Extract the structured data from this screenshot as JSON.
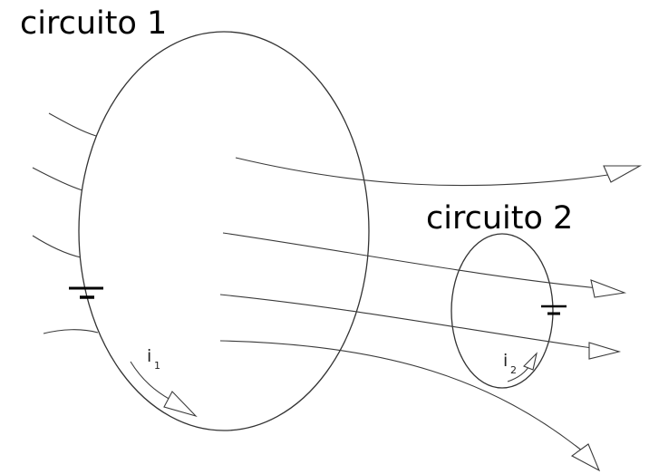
{
  "circuit1": {
    "title": "circuito 1",
    "current_symbol": "i",
    "current_subscript": "1"
  },
  "circuit2": {
    "title": "circuito 2",
    "current_symbol": "i",
    "current_subscript": "2"
  },
  "colors": {
    "ink": "#000000",
    "line": "#3a3a3a",
    "background": "#ffffff"
  }
}
